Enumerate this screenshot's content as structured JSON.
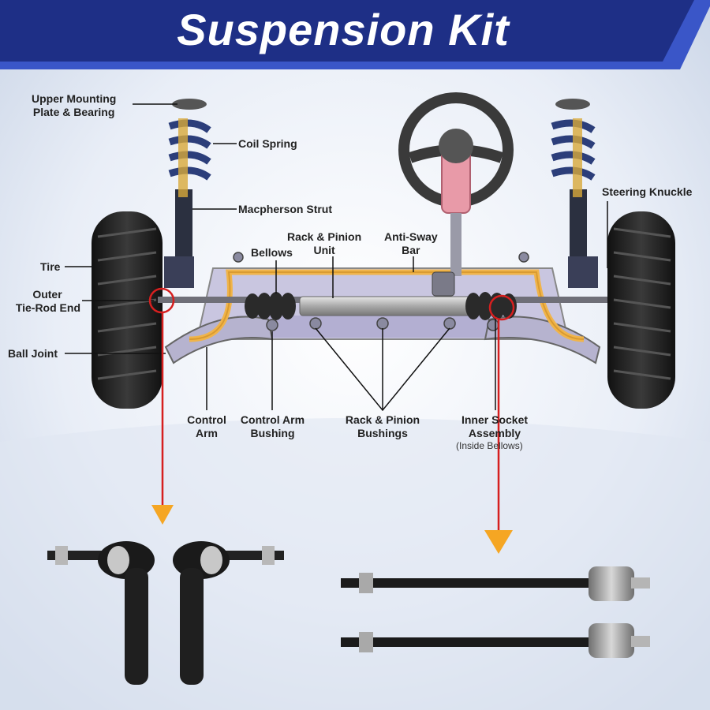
{
  "banner": {
    "title": "Suspension Kit"
  },
  "labels": {
    "upper_mount_1": "Upper Mounting",
    "upper_mount_2": "Plate & Bearing",
    "coil_spring": "Coil Spring",
    "macpherson": "Macpherson Strut",
    "steering_knuckle": "Steering Knuckle",
    "rack_pinion_unit_1": "Rack & Pinion",
    "rack_pinion_unit_2": "Unit",
    "anti_sway_1": "Anti-Sway",
    "anti_sway_2": "Bar",
    "bellows": "Bellows",
    "tire": "Tire",
    "outer_tie_1": "Outer",
    "outer_tie_2": "Tie-Rod End",
    "ball_joint": "Ball Joint",
    "control_arm_1": "Control",
    "control_arm_2": "Arm",
    "control_arm_bushing_1": "Control Arm",
    "control_arm_bushing_2": "Bushing",
    "rack_bushings_1": "Rack & Pinion",
    "rack_bushings_2": "Bushings",
    "inner_socket_1": "Inner Socket",
    "inner_socket_2": "Assembly",
    "inner_socket_3": "(Inside Bellows)"
  },
  "colors": {
    "banner": "#1e2f86",
    "banner_accent": "#3a56c8",
    "arrow_red": "#d61f1f",
    "arrow_orange": "#f5a623",
    "sway_bar": "#f0b44a",
    "frame": "#c9c6e0",
    "spring": "#2c3e7a",
    "steering_column": "#e89aa8",
    "tire": "#222222"
  }
}
